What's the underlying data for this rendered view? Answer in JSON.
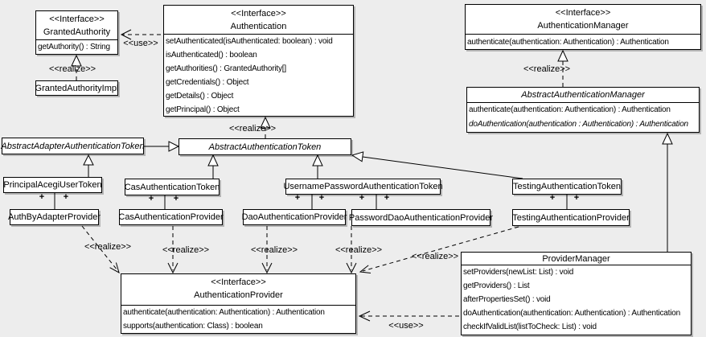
{
  "labels": {
    "realize": "&lt;&lt;realize&gt;&gt;",
    "use": "&lt;&lt;use&gt;&gt;",
    "plus": "+"
  },
  "labels_plain": {
    "realize": "<<realize>>",
    "use": "<<use>>",
    "plus": "+"
  },
  "classes": {
    "granted_authority": {
      "stereotype": "<<Interface>>",
      "name": "GrantedAuthority",
      "methods": [
        "getAuthority() : String"
      ]
    },
    "granted_authority_impl": {
      "name": "GrantedAuthorityImpl"
    },
    "authentication": {
      "stereotype": "<<Interface>>",
      "name": "Authentication",
      "methods": [
        "setAuthenticated(isAuthenticated: boolean) : void",
        "isAuthenticated() : boolean",
        "getAuthorities() : GrantedAuthority[]",
        "getCredentials() : Object",
        "getDetails() : Object",
        "getPrincipal() : Object"
      ]
    },
    "authentication_manager": {
      "stereotype": "<<Interface>>",
      "name": "AuthenticationManager",
      "methods": [
        "authenticate(authentication: Authentication) : Authentication"
      ]
    },
    "abstract_authentication_manager": {
      "name": "AbstractAuthenticationManager",
      "methods": [
        "authenticate(authentication: Authentication) : Authentication",
        "doAuthentication(authentication : Authentication) : Authentication"
      ]
    },
    "abstract_adapter_authentication_token": {
      "name": "AbstractAdapterAuthenticationToken"
    },
    "abstract_authentication_token": {
      "name": "AbstractAuthenticationToken"
    },
    "principal_acegi_user_token": {
      "name": "PrincipalAcegiUserToken"
    },
    "cas_authentication_token": {
      "name": "CasAuthenticationToken"
    },
    "username_password_authentication_token": {
      "name": "UsernamePasswordAuthenticationToken"
    },
    "testing_authentication_token": {
      "name": "TestingAuthenticationToken"
    },
    "auth_by_adapter_provider": {
      "name": "AuthByAdapterProvider"
    },
    "cas_authentication_provider": {
      "name": "CasAuthenticationProvider"
    },
    "dao_authentication_provider": {
      "name": "DaoAuthenticationProvider"
    },
    "password_dao_authentication_provider": {
      "name": "PasswordDaoAuthenticationProvider"
    },
    "testing_authentication_provider": {
      "name": "TestingAuthenticationProvider"
    },
    "authentication_provider": {
      "stereotype": "<<Interface>>",
      "name": "AuthenticationProvider",
      "methods": [
        "authenticate(authentication: Authentication) : Authentication",
        "supports(authentication: Class) : boolean"
      ]
    },
    "provider_manager": {
      "name": "ProviderManager",
      "methods": [
        "setProviders(newList: List) : void",
        "getProviders() : List",
        "afterPropertiesSet() : void",
        "doAuthentication(authentication: Authentication) : Authentication",
        "checkIfValidList(listToCheck: List) : void"
      ]
    }
  }
}
